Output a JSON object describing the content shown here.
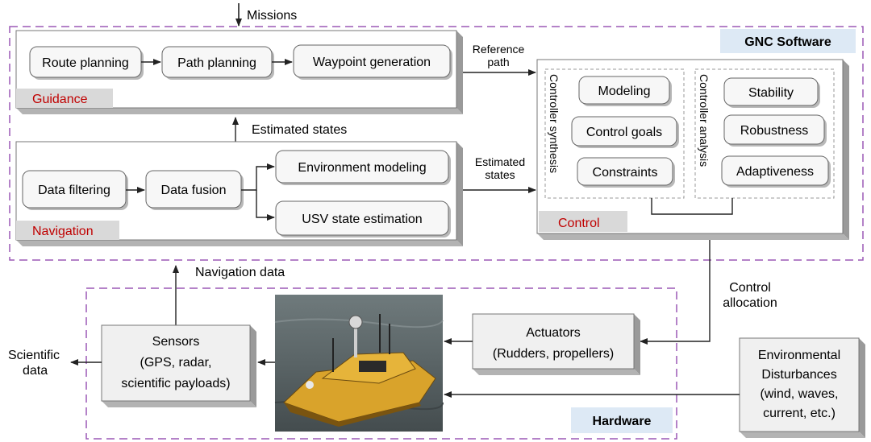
{
  "labels": {
    "missions": "Missions",
    "gnc_software": "GNC Software",
    "reference_path_1": "Reference",
    "reference_path_2": "path",
    "estimated_states_top": "Estimated states",
    "estimated_states_right_1": "Estimated",
    "estimated_states_right_2": "states",
    "navigation_data": "Navigation data",
    "control_allocation_1": "Control",
    "control_allocation_2": "allocation",
    "hardware": "Hardware",
    "scientific_data_1": "Scientific",
    "scientific_data_2": "data"
  },
  "guidance": {
    "title": "Guidance",
    "blocks": [
      "Route planning",
      "Path planning",
      "Waypoint generation"
    ]
  },
  "navigation": {
    "title": "Navigation",
    "blocks": [
      "Data filtering",
      "Data fusion",
      "Environment modeling",
      "USV state estimation"
    ]
  },
  "control": {
    "title": "Control",
    "synthesis_label": "Controller synthesis",
    "analysis_label": "Controller analysis",
    "synthesis_blocks": [
      "Modeling",
      "Control goals",
      "Constraints"
    ],
    "analysis_blocks": [
      "Stability",
      "Robustness",
      "Adaptiveness"
    ]
  },
  "hardware": {
    "sensors": [
      "Sensors",
      "(GPS, radar,",
      "scientific payloads)"
    ],
    "actuators": [
      "Actuators",
      "(Rudders, propellers)"
    ],
    "disturbances": [
      "Environmental",
      "Disturbances",
      "(wind, waves,",
      "current, etc.)"
    ]
  },
  "colors": {
    "title_red": "#c00000",
    "dashed_purple": "#9b59b6",
    "label_bg": "#dde9f5",
    "block_fill": "#f4f4f4",
    "shadow": "#c9c9c9"
  }
}
